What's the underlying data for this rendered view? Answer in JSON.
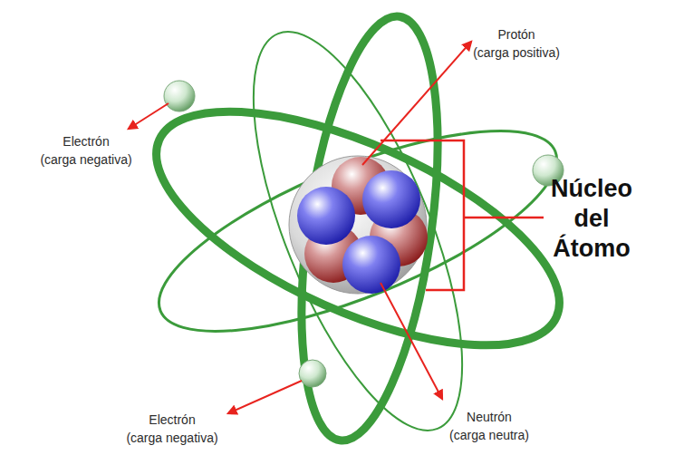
{
  "diagram": {
    "labels": [
      "Protón",
      "(carga positiva)",
      "Electrón",
      "(carga negativa)",
      "Núcleo del Átomo",
      "Electrón",
      "(carga negativa)",
      "Neutrón",
      "(carga neutra)"
    ]
  }
}
